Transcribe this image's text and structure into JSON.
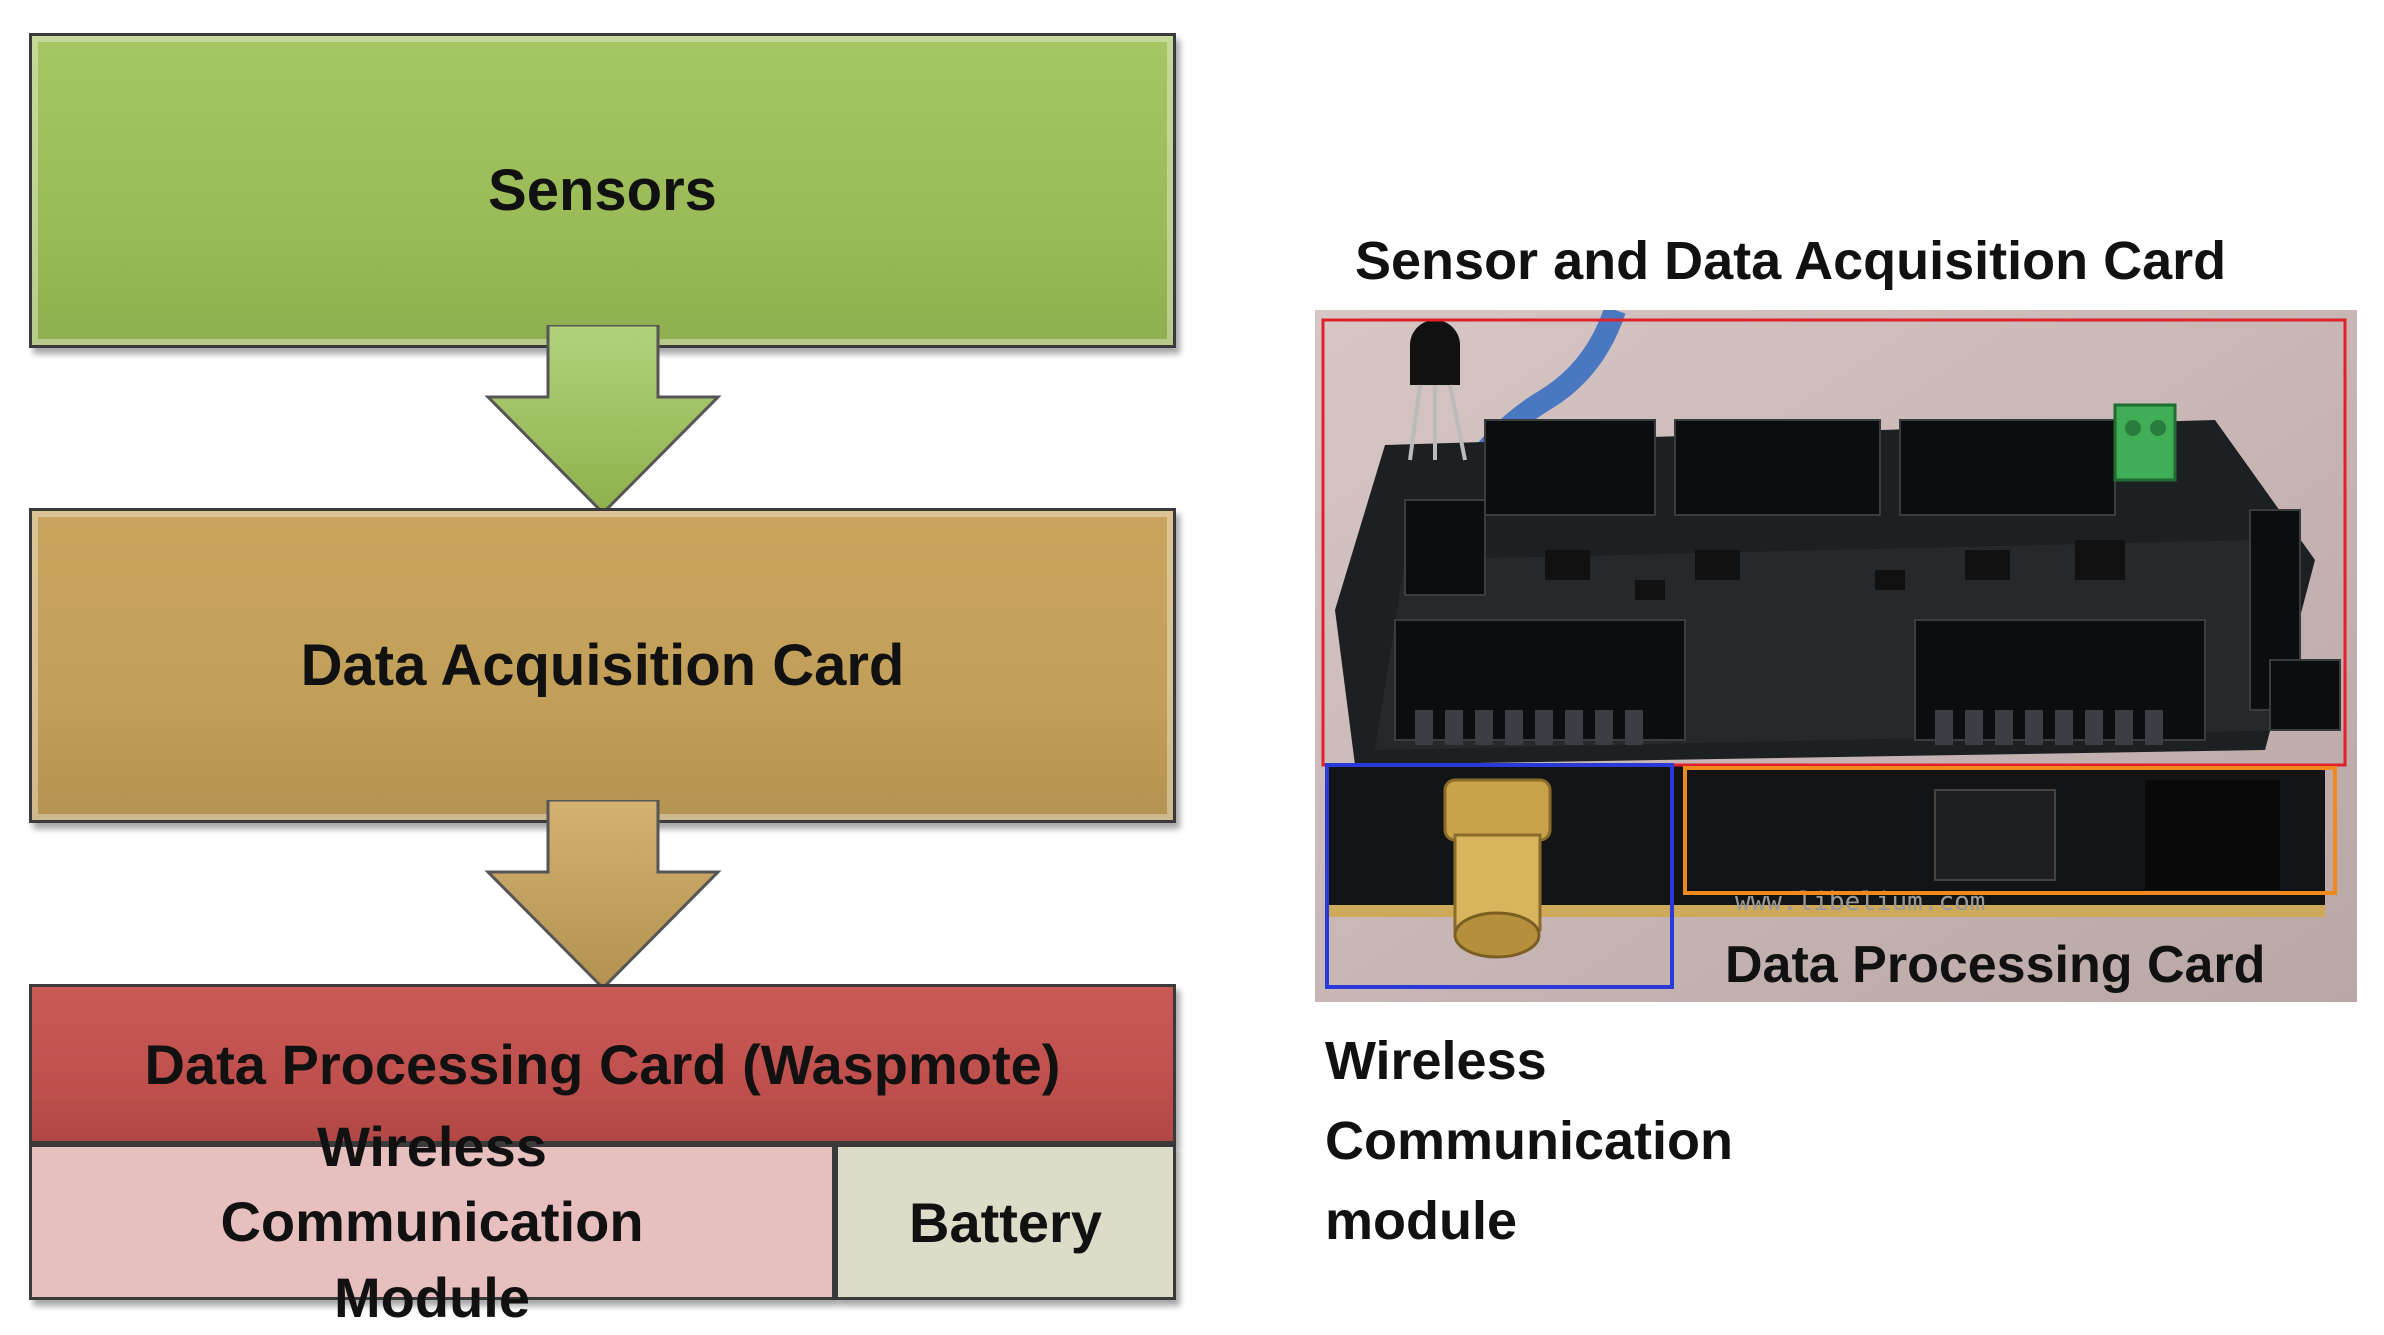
{
  "flow": {
    "sensors": "Sensors",
    "data_acquisition": "Data Acquisition Card",
    "data_processing": "Data Processing Card (Waspmote)",
    "wireless_module": "Wireless Communication Module",
    "battery": "Battery"
  },
  "photo": {
    "top_caption": "Sensor and Data Acquisition Card",
    "processing_caption": "Data Processing Card",
    "wireless_caption_lines": [
      "Wireless",
      "Communication",
      "module"
    ],
    "board_print": "www.libelium.com"
  },
  "colors": {
    "sensors": "#9bbb59",
    "data_acquisition": "#c2a059",
    "data_processing": "#c0504d",
    "wireless_module": "#e6bfbe",
    "battery": "#dcdcc8",
    "highlight_sensor_card": "#e0202a",
    "highlight_wireless": "#2a3ad8",
    "highlight_processing": "#f08a1c"
  }
}
